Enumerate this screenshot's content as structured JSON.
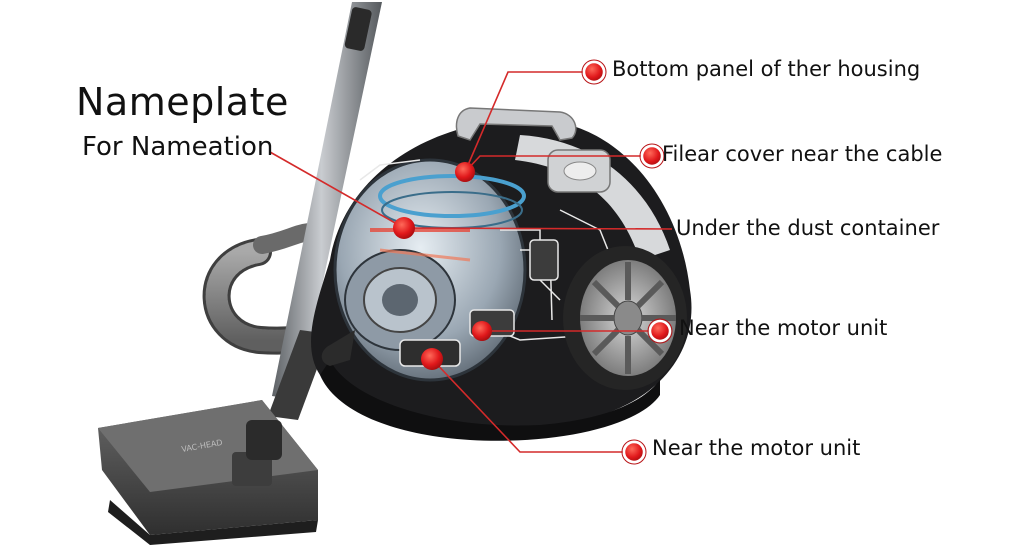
{
  "heading": {
    "title": "Nameplate",
    "subtitle": "For Nameation"
  },
  "callouts": [
    {
      "label": "Bottom panel of ther housing"
    },
    {
      "label": "Filear cover near the cable"
    },
    {
      "label": "Under the dust container"
    },
    {
      "label": "Near the motor unit"
    },
    {
      "label": "Near the motor unit"
    }
  ],
  "nozzle_text": "VAC-HEAD",
  "colors": {
    "marker": "#e0181b",
    "leader_line": "#d42a2a",
    "body_dark": "#1c1c1e",
    "body_silver": "#d7d9db",
    "canister": "#9aa7b3"
  }
}
